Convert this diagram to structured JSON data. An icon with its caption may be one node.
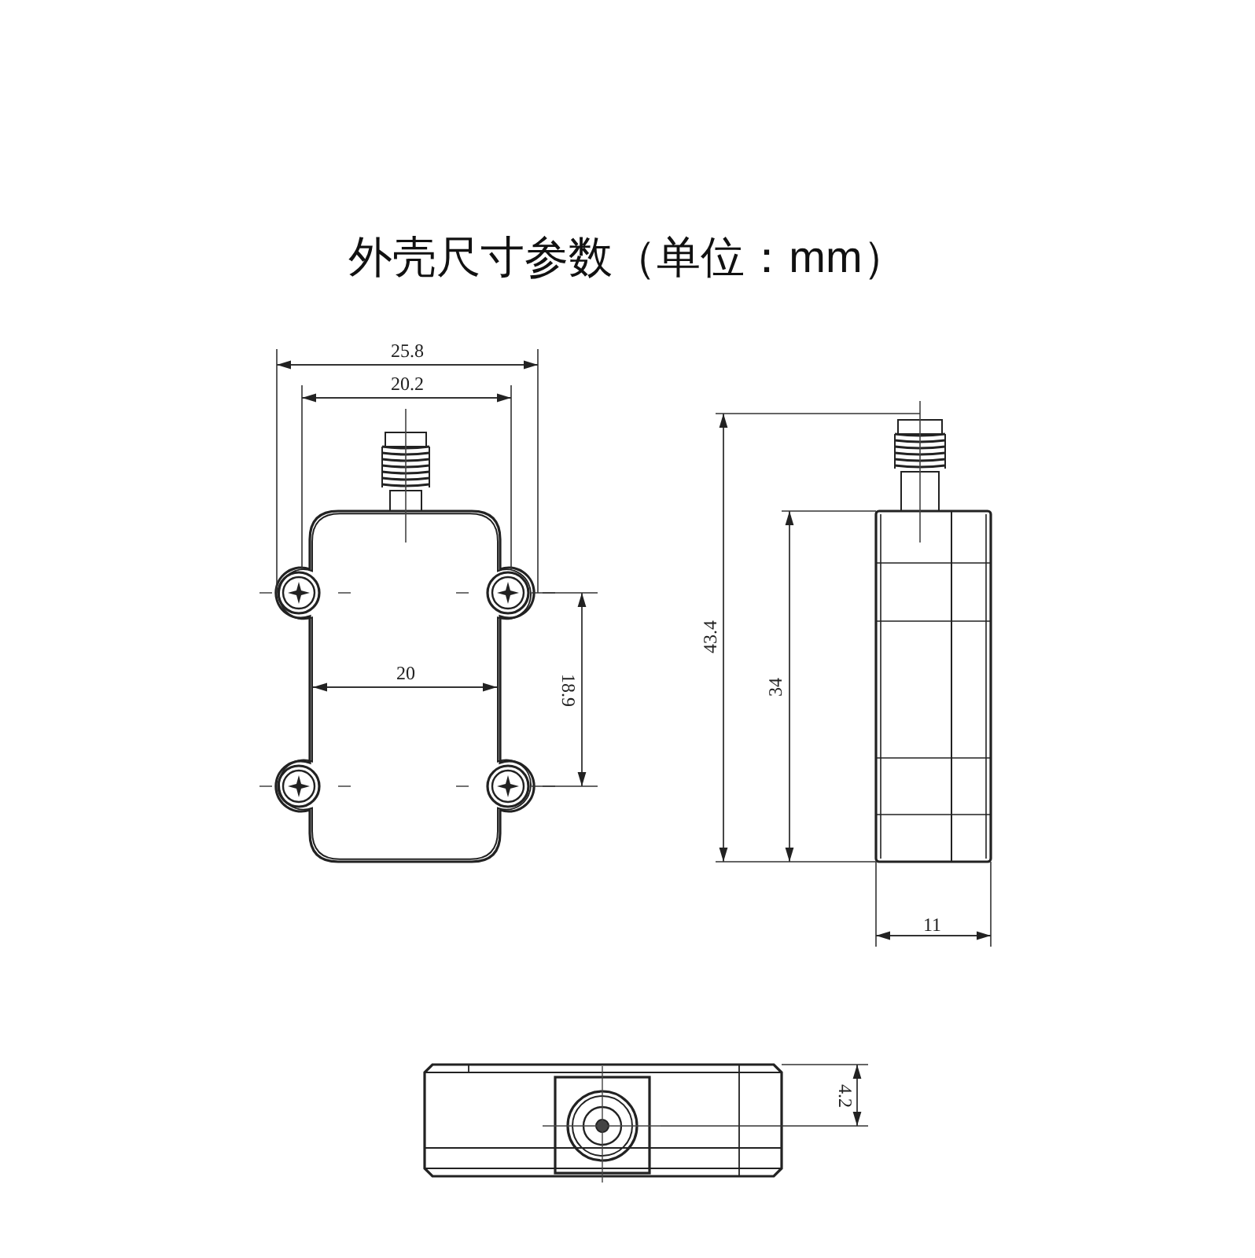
{
  "diagram": {
    "title": "外壳尺寸参数（单位：mm）",
    "labels": [
      "25.8",
      "20.2",
      "20",
      "18.9",
      "43.4",
      "34",
      "11",
      "4.2"
    ]
  }
}
